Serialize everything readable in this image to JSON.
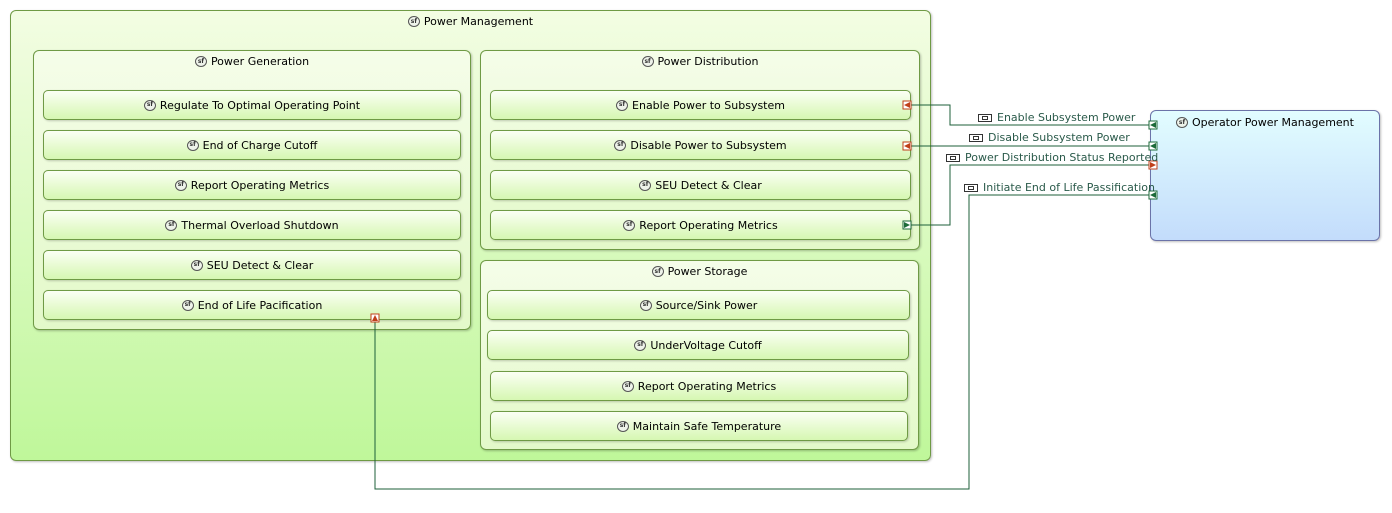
{
  "stereotype": "sf",
  "root": {
    "title": "Power Management"
  },
  "power_generation": {
    "title": "Power Generation",
    "functions": [
      "Regulate To Optimal Operating Point",
      "End of Charge Cutoff",
      "Report Operating Metrics",
      "Thermal Overload Shutdown",
      "SEU Detect & Clear",
      "End of Life Pacification"
    ]
  },
  "power_distribution": {
    "title": "Power Distribution",
    "functions": [
      "Enable Power to Subsystem",
      "Disable Power to Subsystem",
      "SEU Detect & Clear",
      "Report Operating Metrics"
    ]
  },
  "power_storage": {
    "title": "Power Storage",
    "functions": [
      "Source/Sink Power",
      "UnderVoltage Cutoff",
      "Report Operating Metrics",
      "Maintain Safe Temperature"
    ]
  },
  "operator": {
    "title": "Operator Power Management"
  },
  "flows": [
    "Enable Subsystem Power",
    "Disable Subsystem Power",
    "Power Distribution Status Reported",
    "Initiate End of Life Passification"
  ],
  "colors": {
    "wire": "#1d5f3a",
    "port_in": "#c0401a",
    "port_out": "#1d6b3a",
    "functional_fill": "#cdf7a4",
    "operator_fill": "#c3dcfb"
  }
}
